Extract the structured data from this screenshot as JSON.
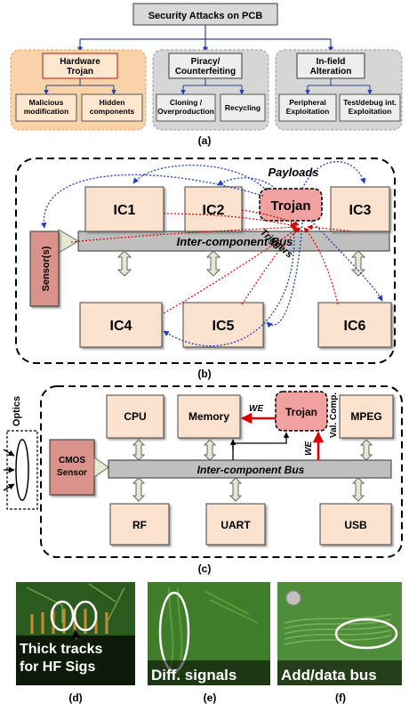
{
  "panel_a": {
    "root": "Security Attacks on PCB",
    "groups": [
      {
        "title": "Hardware\nTrojan",
        "leaves": [
          "Malicious\nmodification",
          "Hidden\ncomponents"
        ]
      },
      {
        "title": "Piracy/\nCounterfeiting",
        "leaves": [
          "Cloning /\nOverproduction",
          "Recycling"
        ]
      },
      {
        "title": "In-field\nAlteration",
        "leaves": [
          "Peripheral\nExploitation",
          "Test/debug int.\nExploitation"
        ]
      }
    ],
    "caption": "(a)"
  },
  "panel_b": {
    "ics": [
      "IC1",
      "IC2",
      "IC3",
      "IC4",
      "IC5",
      "IC6"
    ],
    "trojan": "Trojan",
    "sensor": "Sensor(s)",
    "bus": "Inter-component Bus",
    "payloads": "Payloads",
    "triggers": "Triggers",
    "caption": "(b)"
  },
  "panel_c": {
    "optics": "Optics",
    "sensor": "CMOS\nSensor",
    "top": [
      "CPU",
      "Memory",
      "MPEG"
    ],
    "trojan": "Trojan",
    "bottom": [
      "RF",
      "UART",
      "USB"
    ],
    "bus": "Inter-component Bus",
    "we1": "WE",
    "we2": "WE",
    "val": "Val. Comp.",
    "caption": "(c)"
  },
  "photos": [
    {
      "label": "Thick  tracks\nfor HF Sigs",
      "caption": "(d)"
    },
    {
      "label": "Diff. signals",
      "caption": "(e)"
    },
    {
      "label": "Add/data bus",
      "caption": "(f)"
    }
  ],
  "colors": {
    "orange_bg": "#f9d3a8",
    "gray_bg": "#d6d6d6",
    "ic_fill": "#fbe2cf",
    "trojan_fill": "#f2a1a1",
    "sensor_fill": "#d9938a",
    "bus_fill": "#bfbfbf",
    "arrow_fill": "#e4ead2",
    "red": "#d90000",
    "blue": "#1f3fb5",
    "pcb_dark": "#1d3b14",
    "pcb_light": "#3f7d2a"
  }
}
